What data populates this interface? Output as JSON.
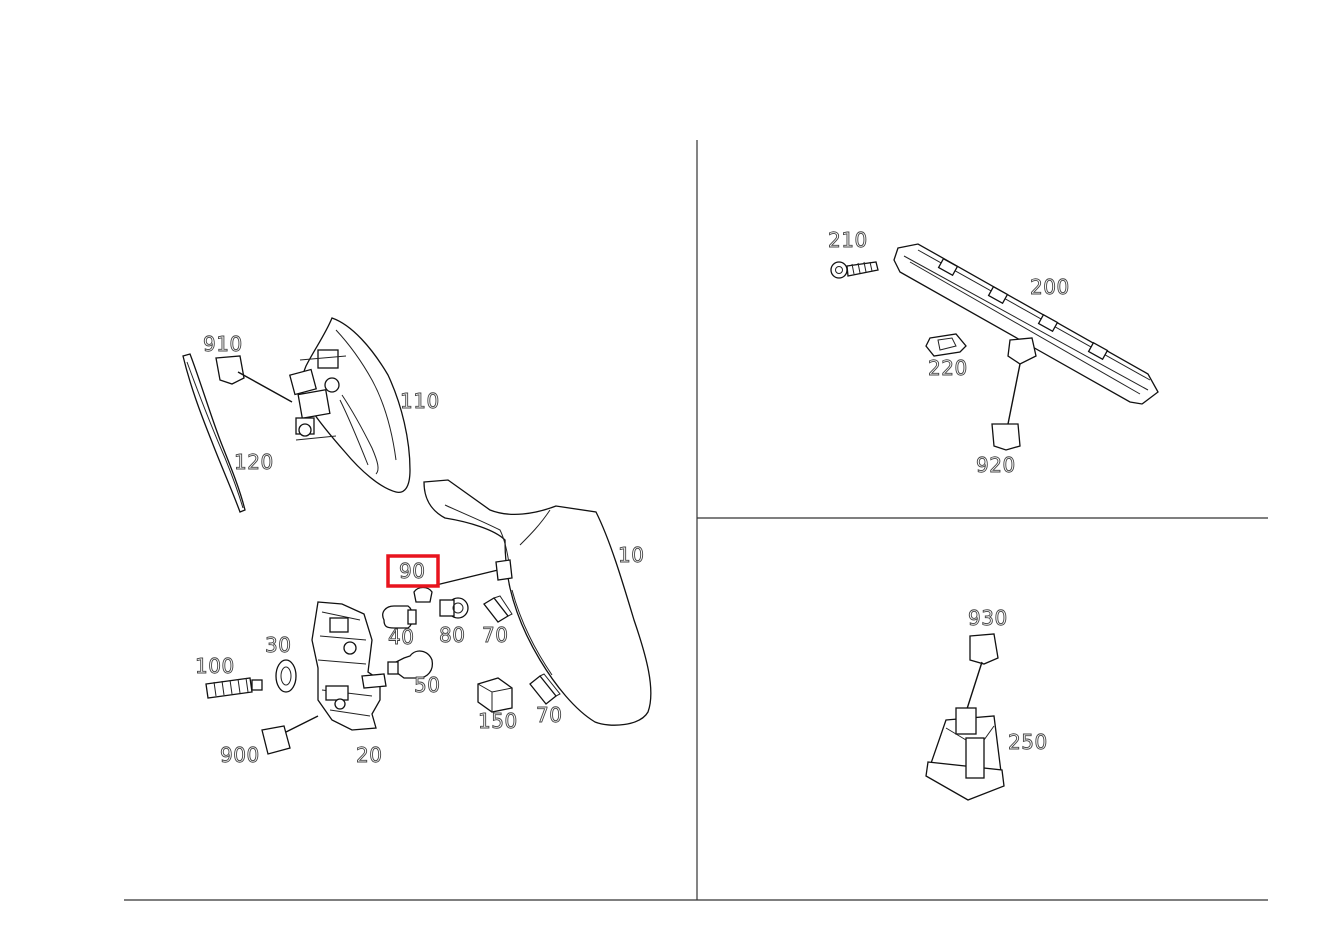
{
  "labels": {
    "l910": "910",
    "l110": "110",
    "l120": "120",
    "l10": "10",
    "l90": "90",
    "l40": "40",
    "l80": "80",
    "l70a": "70",
    "l70b": "70",
    "l30": "30",
    "l100": "100",
    "l50": "50",
    "l150": "150",
    "l900": "900",
    "l20": "20",
    "l210": "210",
    "l200": "200",
    "l220": "220",
    "l920": "920",
    "l930": "930",
    "l250": "250"
  },
  "highlight_color": "#e8141e",
  "highlighted_part": "90"
}
